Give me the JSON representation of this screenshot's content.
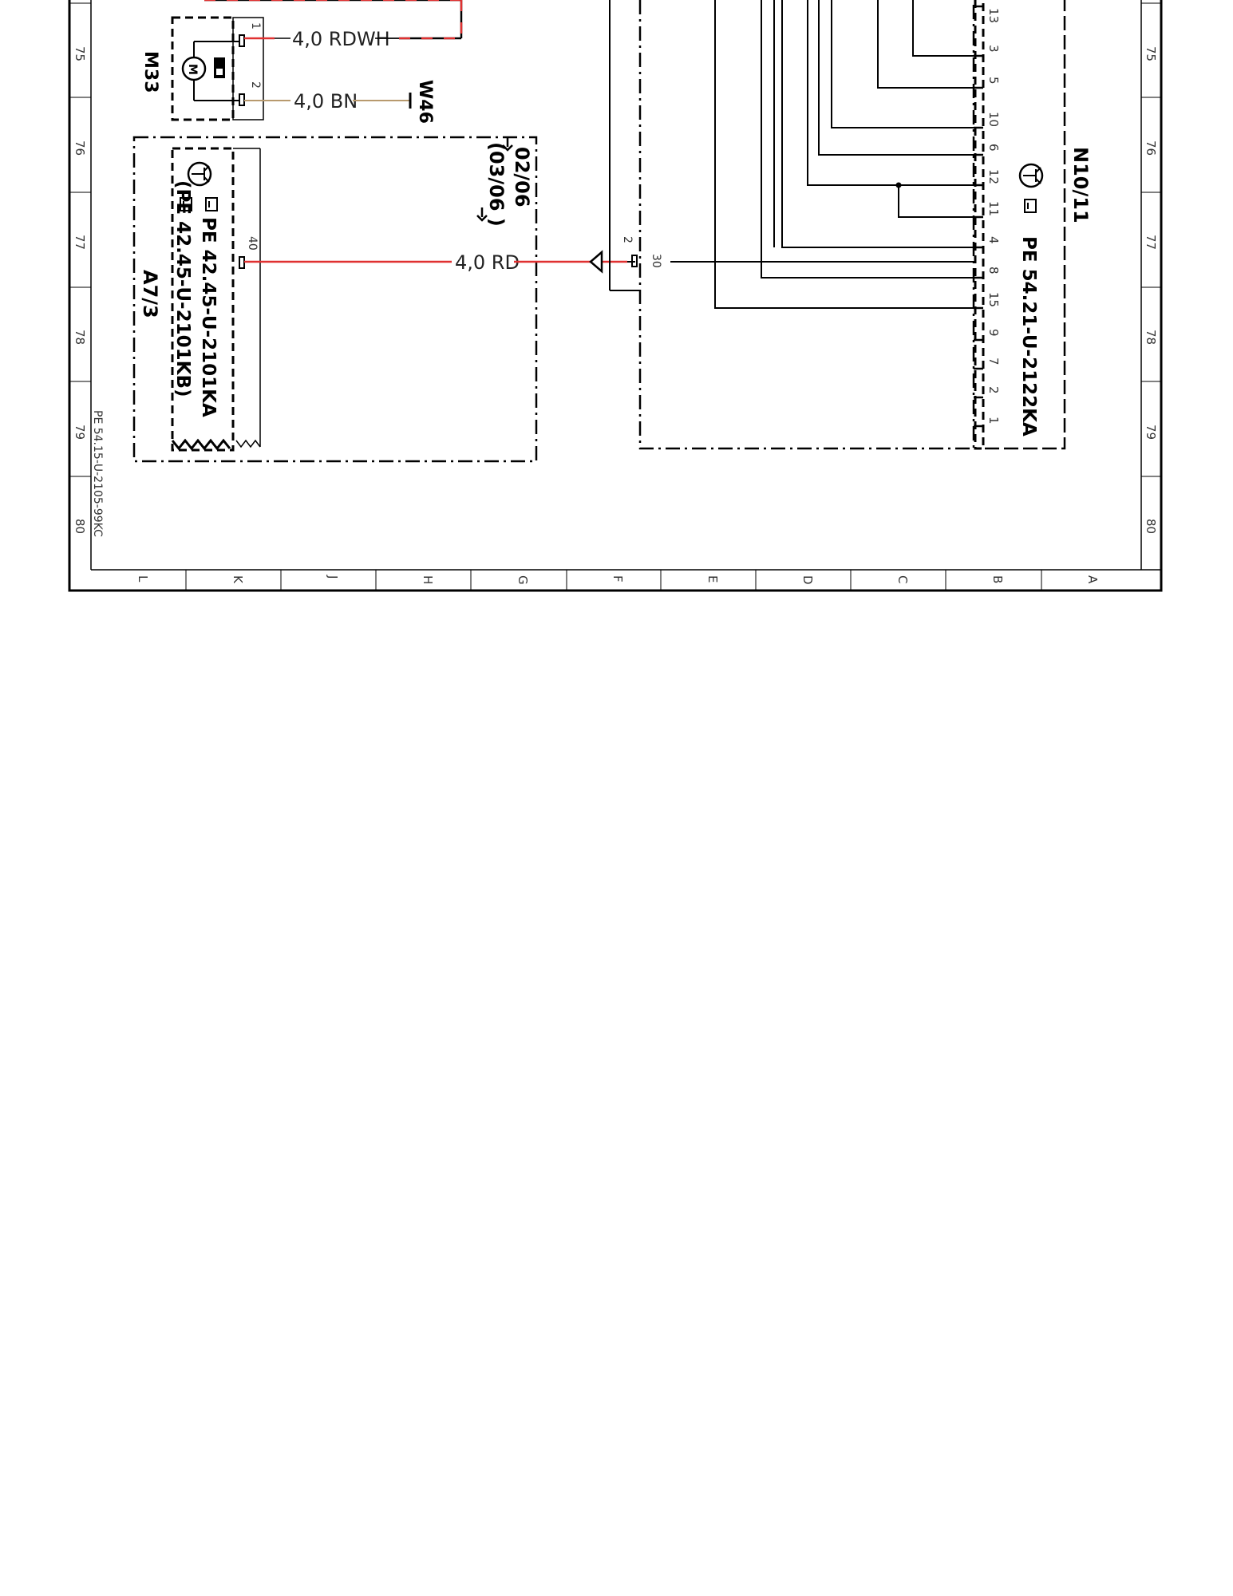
{
  "sheet": {
    "row_numbers": [
      "75",
      "76",
      "77",
      "78",
      "79",
      "80"
    ],
    "column_letters": [
      "L",
      "K",
      "J",
      "H",
      "G",
      "F",
      "E",
      "D",
      "C",
      "B",
      "A"
    ],
    "footer_code": "PE 54.15-U-2105-99KC"
  },
  "components": {
    "m33": {
      "name": "M33",
      "pin1": "1",
      "pin2": "2",
      "motor_symbol": "M"
    },
    "w46": {
      "name": "W46"
    },
    "a7_3": {
      "name": "A7/3",
      "ref1": "PE 42.45-U-2101KA",
      "ref2": "(PE 42.45-U-2101KB)",
      "pin": "40",
      "date_a": "02/06",
      "date_b": "(03/06 )"
    },
    "n10_11": {
      "name": "N10/11",
      "ref": "PE 54.21-U-2122KA",
      "pins": [
        "13",
        "3",
        "5",
        "10",
        "6",
        "12",
        "11",
        "4",
        "8",
        "15",
        "9",
        "7",
        "2",
        "1"
      ],
      "pin_30": "30",
      "pin_2": "2"
    }
  },
  "wires": {
    "rdwh": {
      "label": "4,0 RDWH",
      "color": "#e03030"
    },
    "bn": {
      "label": "4,0 BN",
      "color": "#b89a6e"
    },
    "rd": {
      "label": "4,0 RD",
      "color": "#e03030"
    }
  }
}
